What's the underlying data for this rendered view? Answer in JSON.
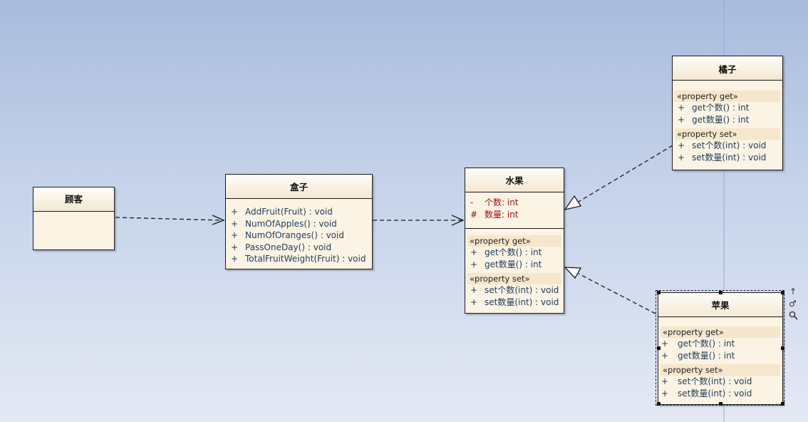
{
  "classes": {
    "customer": {
      "name": "顾客"
    },
    "box": {
      "name": "盒子",
      "operations": [
        {
          "vis": "+",
          "text": "AddFruit(Fruit) : void"
        },
        {
          "vis": "+",
          "text": "NumOfApples() : void"
        },
        {
          "vis": "+",
          "text": "NumOfOranges() : void"
        },
        {
          "vis": "+",
          "text": "PassOneDay() : void"
        },
        {
          "vis": "+",
          "text": "TotalFruitWeight(Fruit) : void"
        }
      ]
    },
    "fruit": {
      "name": "水果",
      "attributes": [
        {
          "vis": "-",
          "text": "个数:  int"
        },
        {
          "vis": "#",
          "text": "数量:  int"
        }
      ],
      "get_stereotype": "«property get»",
      "getters": [
        {
          "vis": "+",
          "text": "get个数() : int"
        },
        {
          "vis": "+",
          "text": "get数量() : int"
        }
      ],
      "set_stereotype": "«property set»",
      "setters": [
        {
          "vis": "+",
          "text": "set个数(int) : void"
        },
        {
          "vis": "+",
          "text": "set数量(int) : void"
        }
      ]
    },
    "orange": {
      "name": "橘子",
      "get_stereotype": "«property get»",
      "getters": [
        {
          "vis": "+",
          "text": "get个数() : int"
        },
        {
          "vis": "+",
          "text": "get数量() : int"
        }
      ],
      "set_stereotype": "«property set»",
      "setters": [
        {
          "vis": "+",
          "text": "set个数(int) : void"
        },
        {
          "vis": "+",
          "text": "set数量(int) : void"
        }
      ]
    },
    "apple": {
      "name": "苹果",
      "get_stereotype": "«property get»",
      "getters": [
        {
          "vis": "+",
          "text": "get个数() : int"
        },
        {
          "vis": "+",
          "text": "get数量() : int"
        }
      ],
      "set_stereotype": "«property set»",
      "setters": [
        {
          "vis": "+",
          "text": "set个数(int) : void"
        },
        {
          "vis": "+",
          "text": "set数量(int) : void"
        }
      ]
    }
  },
  "relationships": [
    {
      "type": "dependency",
      "from": "顾客",
      "to": "盒子"
    },
    {
      "type": "dependency",
      "from": "盒子",
      "to": "水果"
    },
    {
      "type": "generalization",
      "from": "橘子",
      "to": "水果"
    },
    {
      "type": "generalization",
      "from": "苹果",
      "to": "水果"
    }
  ],
  "selection": {
    "selected": "苹果",
    "tool_icons": [
      "arrow-up-icon",
      "link-icon",
      "zoom-icon"
    ]
  },
  "colors": {
    "background_top": "#a9bbdd",
    "background_bottom": "#e4e9f4",
    "class_fill": "#fbf3e4",
    "stereotype_fill": "#f6e6cc",
    "attribute_text": "#a01010",
    "operation_text": "#1f3d57"
  }
}
